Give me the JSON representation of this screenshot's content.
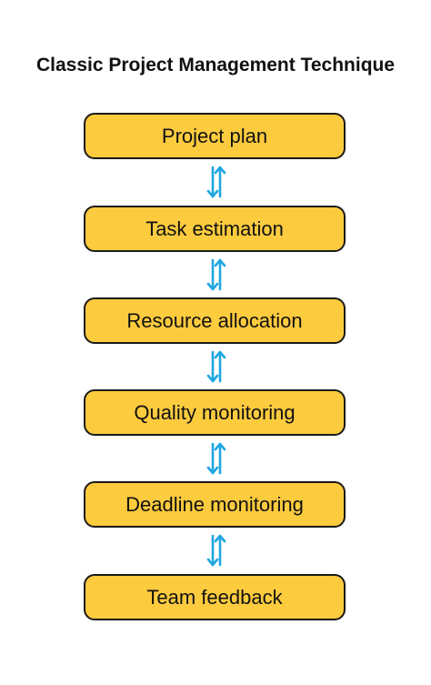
{
  "diagram": {
    "title": "Classic Project Management Technique",
    "box_color": "#FDCB3E",
    "arrow_color": "#1EA7E1",
    "steps": [
      "Project plan",
      "Task estimation",
      "Resource allocation",
      "Quality monitoring",
      "Deadline monitoring",
      "Team feedback"
    ],
    "connector_icon": "bidirectional-arrow-icon"
  }
}
